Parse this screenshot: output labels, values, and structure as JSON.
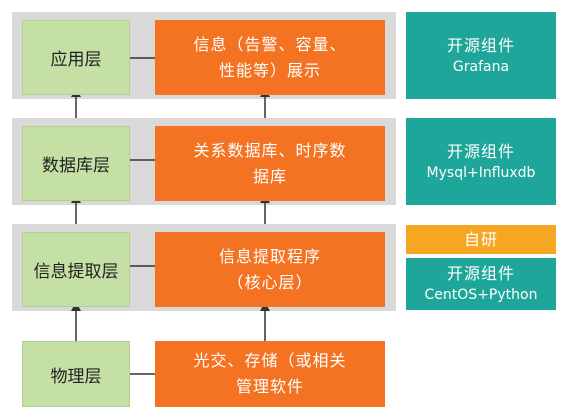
{
  "layers": [
    {
      "name": "应用层",
      "content": "信息（告警、容量、\n性能等）展示"
    },
    {
      "name": "数据库层",
      "content": "关系数据库、时序数\n据库"
    },
    {
      "name": "信息提取层",
      "content": "信息提取程序\n（核心层）"
    },
    {
      "name": "物理层",
      "content": "光交、存储（或相关\n管理软件"
    }
  ],
  "legend": [
    {
      "line1": "开源组件",
      "line2": "Grafana",
      "color": "#1fa69a"
    },
    {
      "line1": "开源组件",
      "line2": "Mysql+Influxdb",
      "color": "#1fa69a"
    },
    {
      "line1": "自研",
      "line2": "",
      "color": "#f5a623"
    },
    {
      "line1": "开源组件",
      "line2": "CentOS+Python",
      "color": "#1fa69a"
    }
  ],
  "colors": {
    "band": "#d9d9d9",
    "layer": "#c5e0a5",
    "content": "#f37322",
    "open_source": "#1fa69a",
    "self_developed": "#f5a623"
  }
}
